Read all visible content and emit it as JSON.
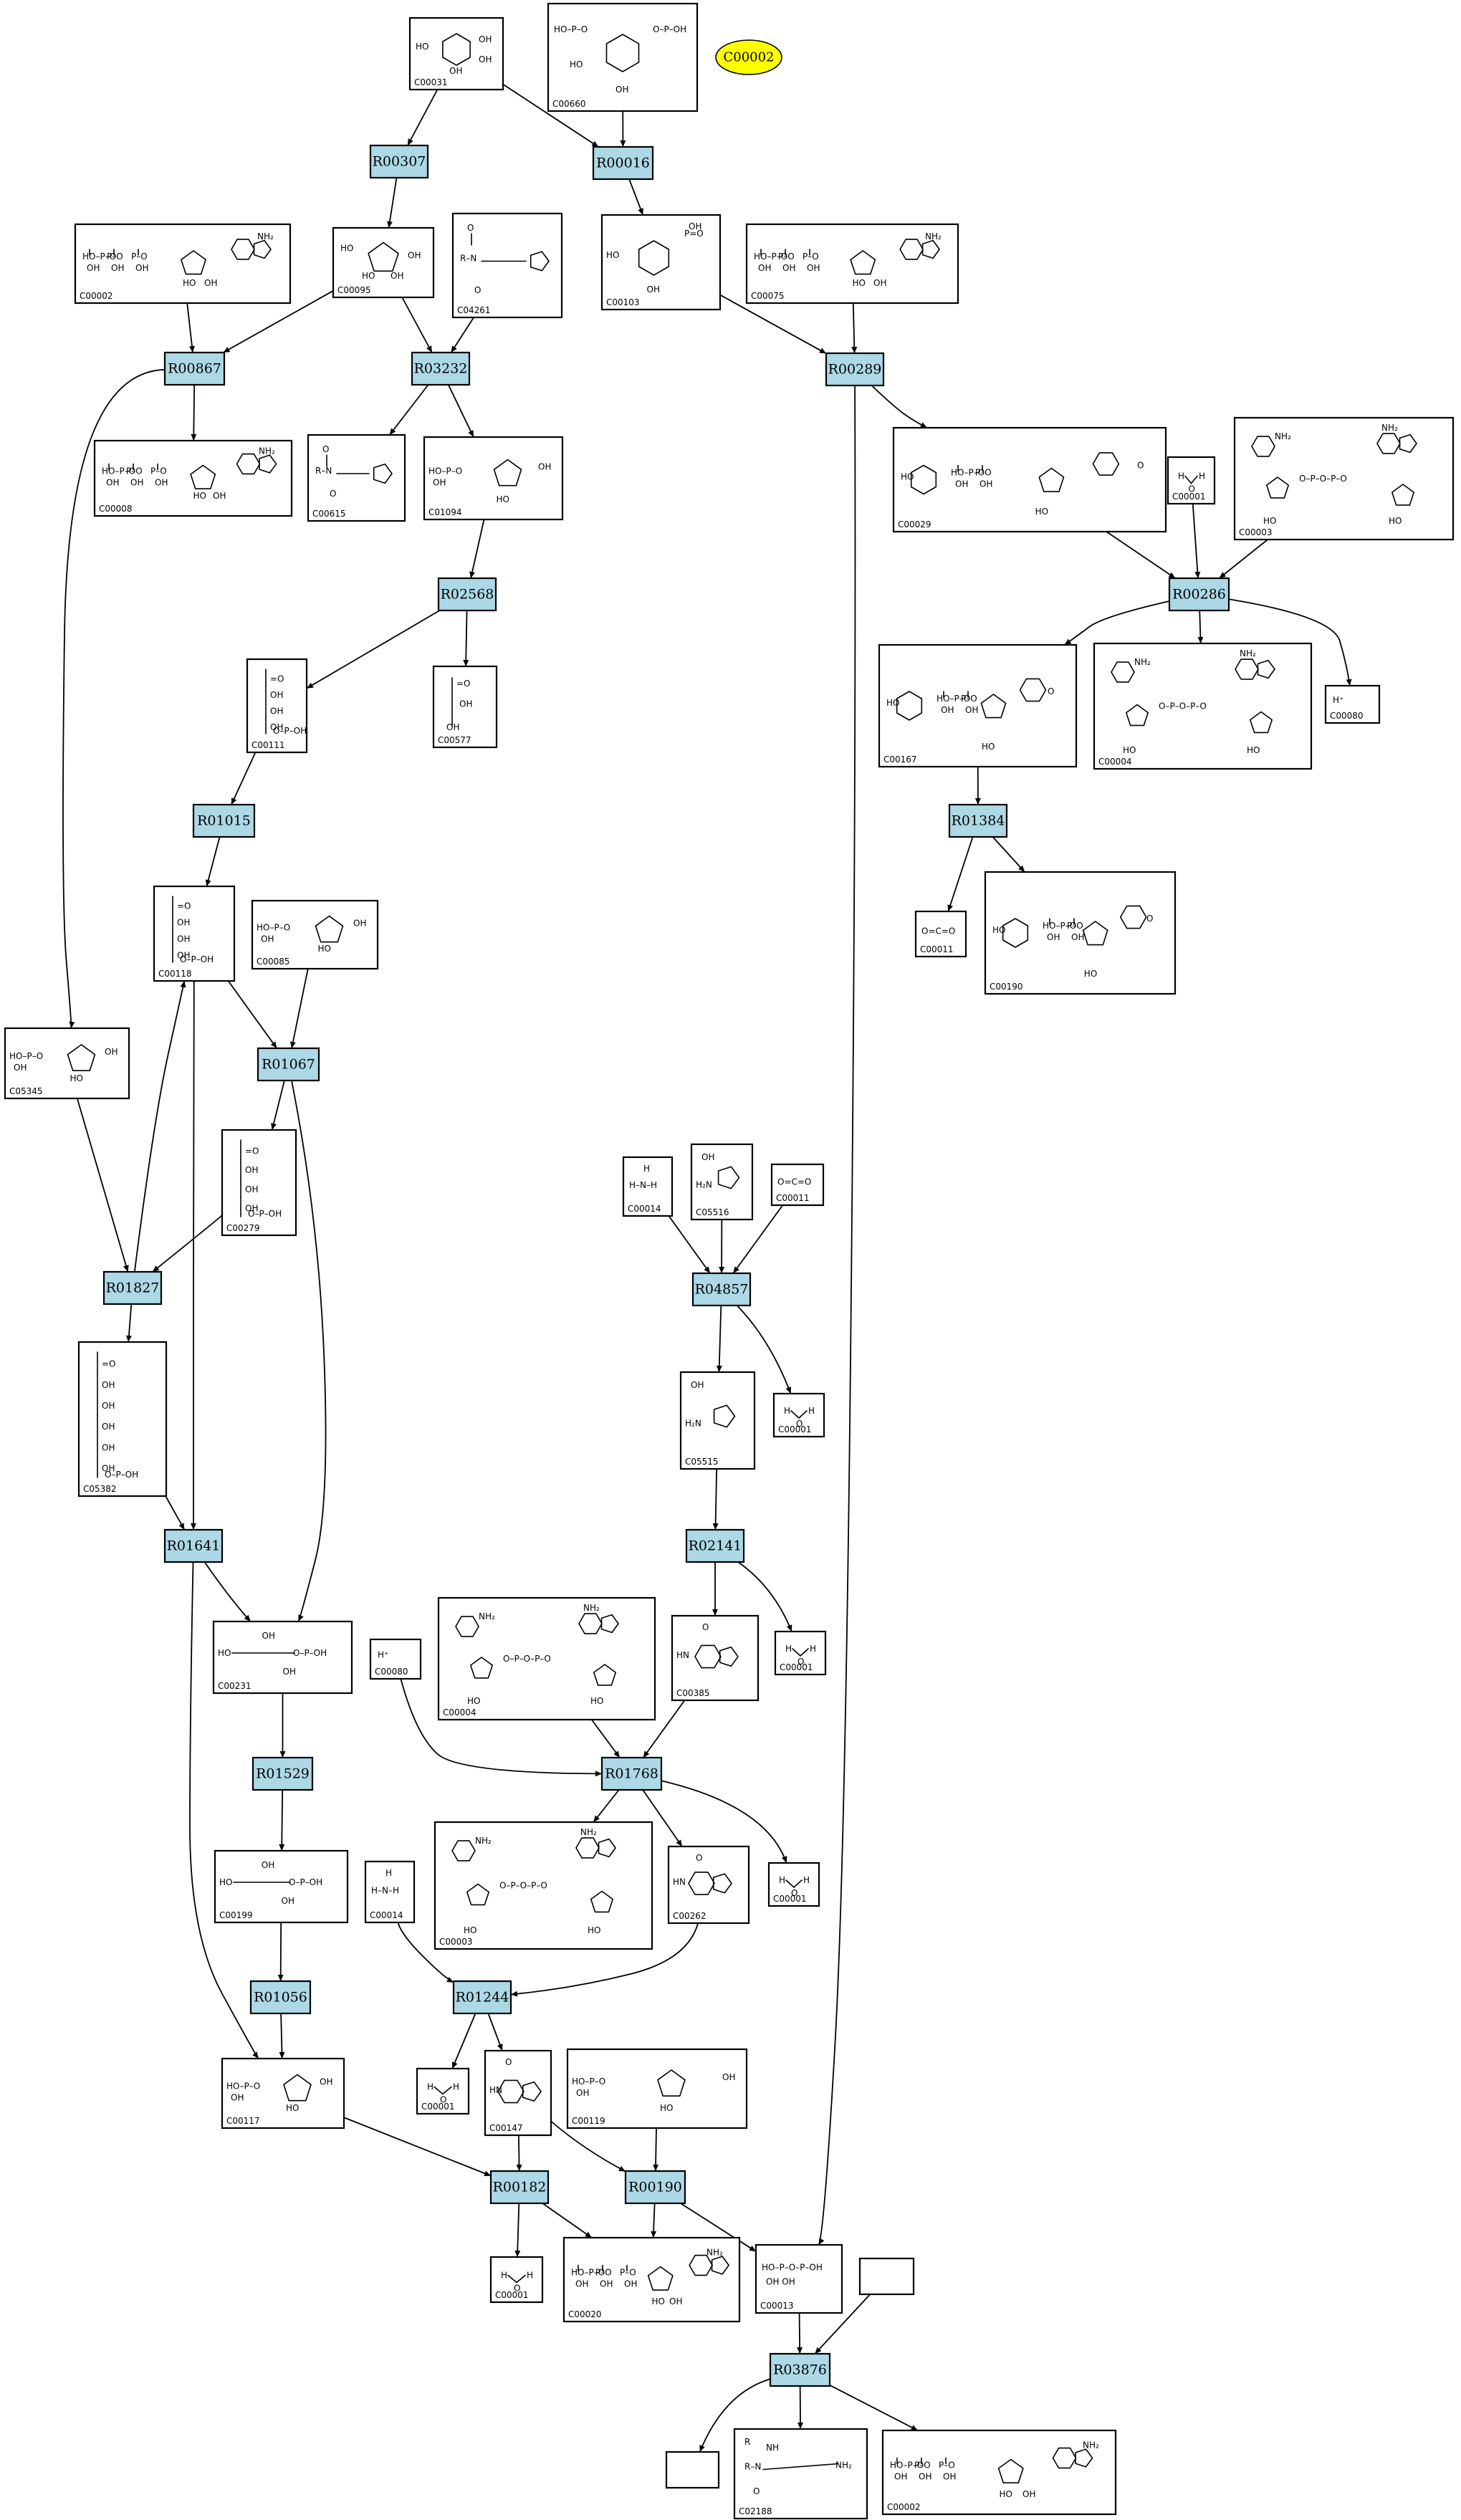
{
  "highlight": {
    "label": "C00002"
  },
  "compounds": [
    {
      "id": "C00031",
      "label": "C00031",
      "kind": "hexose"
    },
    {
      "id": "C00660",
      "label": "C00660",
      "kind": "hexose-bisphosphate"
    },
    {
      "id": "C00095",
      "label": "C00095",
      "kind": "furanose"
    },
    {
      "id": "C04261",
      "label": "C04261",
      "kind": "peptide-his"
    },
    {
      "id": "C00103",
      "label": "C00103",
      "kind": "hexose-phosphate"
    },
    {
      "id": "C00075",
      "label": "C00075",
      "kind": "nucleotide"
    },
    {
      "id": "C00002a",
      "label": "C00002",
      "kind": "nucleotide"
    },
    {
      "id": "C00008",
      "label": "C00008",
      "kind": "nucleotide"
    },
    {
      "id": "C00615",
      "label": "C00615",
      "kind": "peptide-his"
    },
    {
      "id": "C01094",
      "label": "C01094",
      "kind": "furanose-phosphate"
    },
    {
      "id": "C00029",
      "label": "C00029",
      "kind": "nucleotide-sugar"
    },
    {
      "id": "C00001a",
      "label": "C00001",
      "kind": "water"
    },
    {
      "id": "C00003a",
      "label": "C00003",
      "kind": "dinucleotide"
    },
    {
      "id": "C00111",
      "label": "C00111",
      "kind": "chain"
    },
    {
      "id": "C00577",
      "label": "C00577",
      "kind": "chain-small"
    },
    {
      "id": "C00167",
      "label": "C00167",
      "kind": "nucleotide-sugar"
    },
    {
      "id": "C00004a",
      "label": "C00004",
      "kind": "dinucleotide"
    },
    {
      "id": "C00080a",
      "label": "C00080",
      "kind": "proton"
    },
    {
      "id": "C00118",
      "label": "C00118",
      "kind": "chain"
    },
    {
      "id": "C00085",
      "label": "C00085",
      "kind": "furanose-phosphate"
    },
    {
      "id": "C00011a",
      "label": "C00011",
      "kind": "co2"
    },
    {
      "id": "C00190",
      "label": "C00190",
      "kind": "nucleotide-sugar"
    },
    {
      "id": "C05345",
      "label": "C05345",
      "kind": "furanose-phosphate"
    },
    {
      "id": "C00014a",
      "label": "C00014",
      "kind": "ammonia"
    },
    {
      "id": "C05516",
      "label": "C05516",
      "kind": "ring-small"
    },
    {
      "id": "C00011b",
      "label": "C00011",
      "kind": "co2"
    },
    {
      "id": "C00279",
      "label": "C00279",
      "kind": "chain"
    },
    {
      "id": "C05382",
      "label": "C05382",
      "kind": "chain-long"
    },
    {
      "id": "C05515",
      "label": "C05515",
      "kind": "ring-small"
    },
    {
      "id": "C00001b",
      "label": "C00001",
      "kind": "water"
    },
    {
      "id": "C00231",
      "label": "C00231",
      "kind": "chain-flat"
    },
    {
      "id": "C00080b",
      "label": "C00080",
      "kind": "proton"
    },
    {
      "id": "C00004b",
      "label": "C00004",
      "kind": "dinucleotide"
    },
    {
      "id": "C00385",
      "label": "C00385",
      "kind": "purine"
    },
    {
      "id": "C00001c",
      "label": "C00001",
      "kind": "water"
    },
    {
      "id": "C00199",
      "label": "C00199",
      "kind": "chain-flat"
    },
    {
      "id": "C00003b",
      "label": "C00003",
      "kind": "dinucleotide"
    },
    {
      "id": "C00262",
      "label": "C00262",
      "kind": "purine"
    },
    {
      "id": "C00001d",
      "label": "C00001",
      "kind": "water"
    },
    {
      "id": "C00014b",
      "label": "C00014",
      "kind": "ammonia"
    },
    {
      "id": "C00117",
      "label": "C00117",
      "kind": "furanose-phosphate"
    },
    {
      "id": "C00001e",
      "label": "C00001",
      "kind": "water"
    },
    {
      "id": "C00147",
      "label": "C00147",
      "kind": "purine"
    },
    {
      "id": "C00119",
      "label": "C00119",
      "kind": "furanose-phosphate"
    },
    {
      "id": "C00001f",
      "label": "C00001",
      "kind": "water"
    },
    {
      "id": "C00020",
      "label": "C00020",
      "kind": "nucleotide"
    },
    {
      "id": "C00013",
      "label": "C00013",
      "kind": "phosphate"
    },
    {
      "id": "EMPTY1",
      "label": "",
      "kind": "empty"
    },
    {
      "id": "EMPTY2",
      "label": "",
      "kind": "empty"
    },
    {
      "id": "C02188",
      "label": "C02188",
      "kind": "peptide-lys"
    },
    {
      "id": "C00002b",
      "label": "C00002",
      "kind": "nucleotide"
    }
  ],
  "reactions": [
    {
      "id": "R00307",
      "label": "R00307"
    },
    {
      "id": "R00016",
      "label": "R00016"
    },
    {
      "id": "R00867",
      "label": "R00867"
    },
    {
      "id": "R03232",
      "label": "R03232"
    },
    {
      "id": "R00289",
      "label": "R00289"
    },
    {
      "id": "R02568",
      "label": "R02568"
    },
    {
      "id": "R00286",
      "label": "R00286"
    },
    {
      "id": "R01015",
      "label": "R01015"
    },
    {
      "id": "R01384",
      "label": "R01384"
    },
    {
      "id": "R01067",
      "label": "R01067"
    },
    {
      "id": "R01827",
      "label": "R01827"
    },
    {
      "id": "R04857",
      "label": "R04857"
    },
    {
      "id": "R01641",
      "label": "R01641"
    },
    {
      "id": "R02141",
      "label": "R02141"
    },
    {
      "id": "R01529",
      "label": "R01529"
    },
    {
      "id": "R01768",
      "label": "R01768"
    },
    {
      "id": "R01056",
      "label": "R01056"
    },
    {
      "id": "R01244",
      "label": "R01244"
    },
    {
      "id": "R00182",
      "label": "R00182"
    },
    {
      "id": "R00190",
      "label": "R00190"
    },
    {
      "id": "R03876",
      "label": "R03876"
    }
  ]
}
